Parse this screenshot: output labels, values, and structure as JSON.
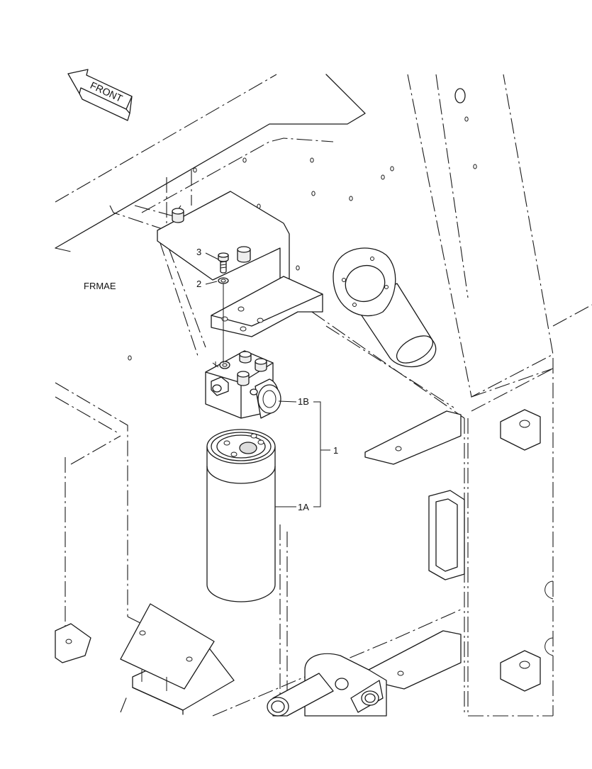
{
  "diagram": {
    "front_arrow_label": "FRONT",
    "section_label": "FRMAE",
    "callouts": {
      "bolt": "3",
      "washer": "2",
      "filter_head": "1B",
      "filter_element": "1A",
      "filter_assembly": "1"
    }
  }
}
